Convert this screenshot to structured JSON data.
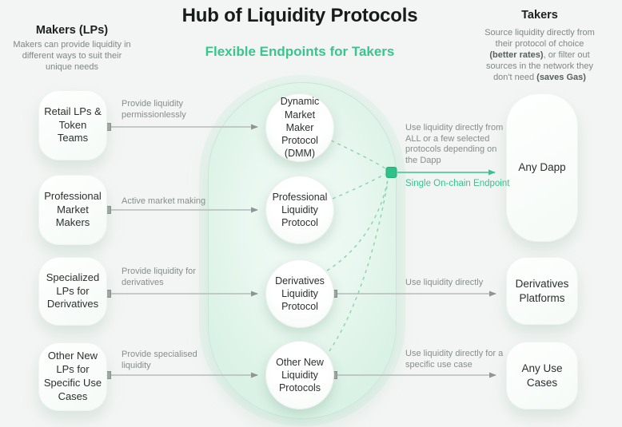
{
  "title": "Hub of Liquidity Protocols",
  "subtitle": "Flexible Endpoints for Takers",
  "makers": {
    "heading": "Makers (LPs)",
    "description": "Makers can provide liquidity in different ways to suit their unique needs",
    "items": [
      {
        "label": "Retail LPs & Token Teams",
        "flow_label": "Provide liquidity permissionlessly"
      },
      {
        "label": "Professional Market Makers",
        "flow_label": "Active market making"
      },
      {
        "label": "Specialized LPs for Derivatives",
        "flow_label": "Provide liquidity for derivatives"
      },
      {
        "label": "Other New LPs for Specific Use Cases",
        "flow_label": "Provide specialised liquidity"
      }
    ]
  },
  "hub": {
    "protocols": [
      {
        "label": "Dynamic Market Maker Protocol (DMM)"
      },
      {
        "label": "Professional Liquidity Protocol"
      },
      {
        "label": "Derivatives Liquidity Protocol"
      },
      {
        "label": "Other New Liquidity Protocols"
      }
    ],
    "endpoint_note": "Use liquidity directly from ALL or a few selected protocols depending on the Dapp",
    "endpoint_label": "Single On-chain Endpoint"
  },
  "takers": {
    "heading": "Takers",
    "description_parts": [
      "Source liquidity directly from their protocol of choice ",
      "(better rates)",
      ", or filter out sources in the network they don't need ",
      "(saves Gas)"
    ],
    "items": [
      {
        "label": "Any Dapp"
      },
      {
        "label": "Derivatives Platforms",
        "flow_label": "Use liquidity directly"
      },
      {
        "label": "Any Use Cases",
        "flow_label": "Use liquidity directly for a specific use case"
      }
    ]
  },
  "colors": {
    "accent_green": "#35c48e",
    "node_green": "#2ec28a",
    "hub_fill": "#e8f7ef",
    "hub_border": "#c8e8d6",
    "line_gray": "#b6bbb9",
    "connector_square_gray": "#a0a5a2",
    "dashed_green": "#85d5ae",
    "text_dark": "#2b302e",
    "text_gray": "#868d8b",
    "background": "#f3f5f4"
  }
}
